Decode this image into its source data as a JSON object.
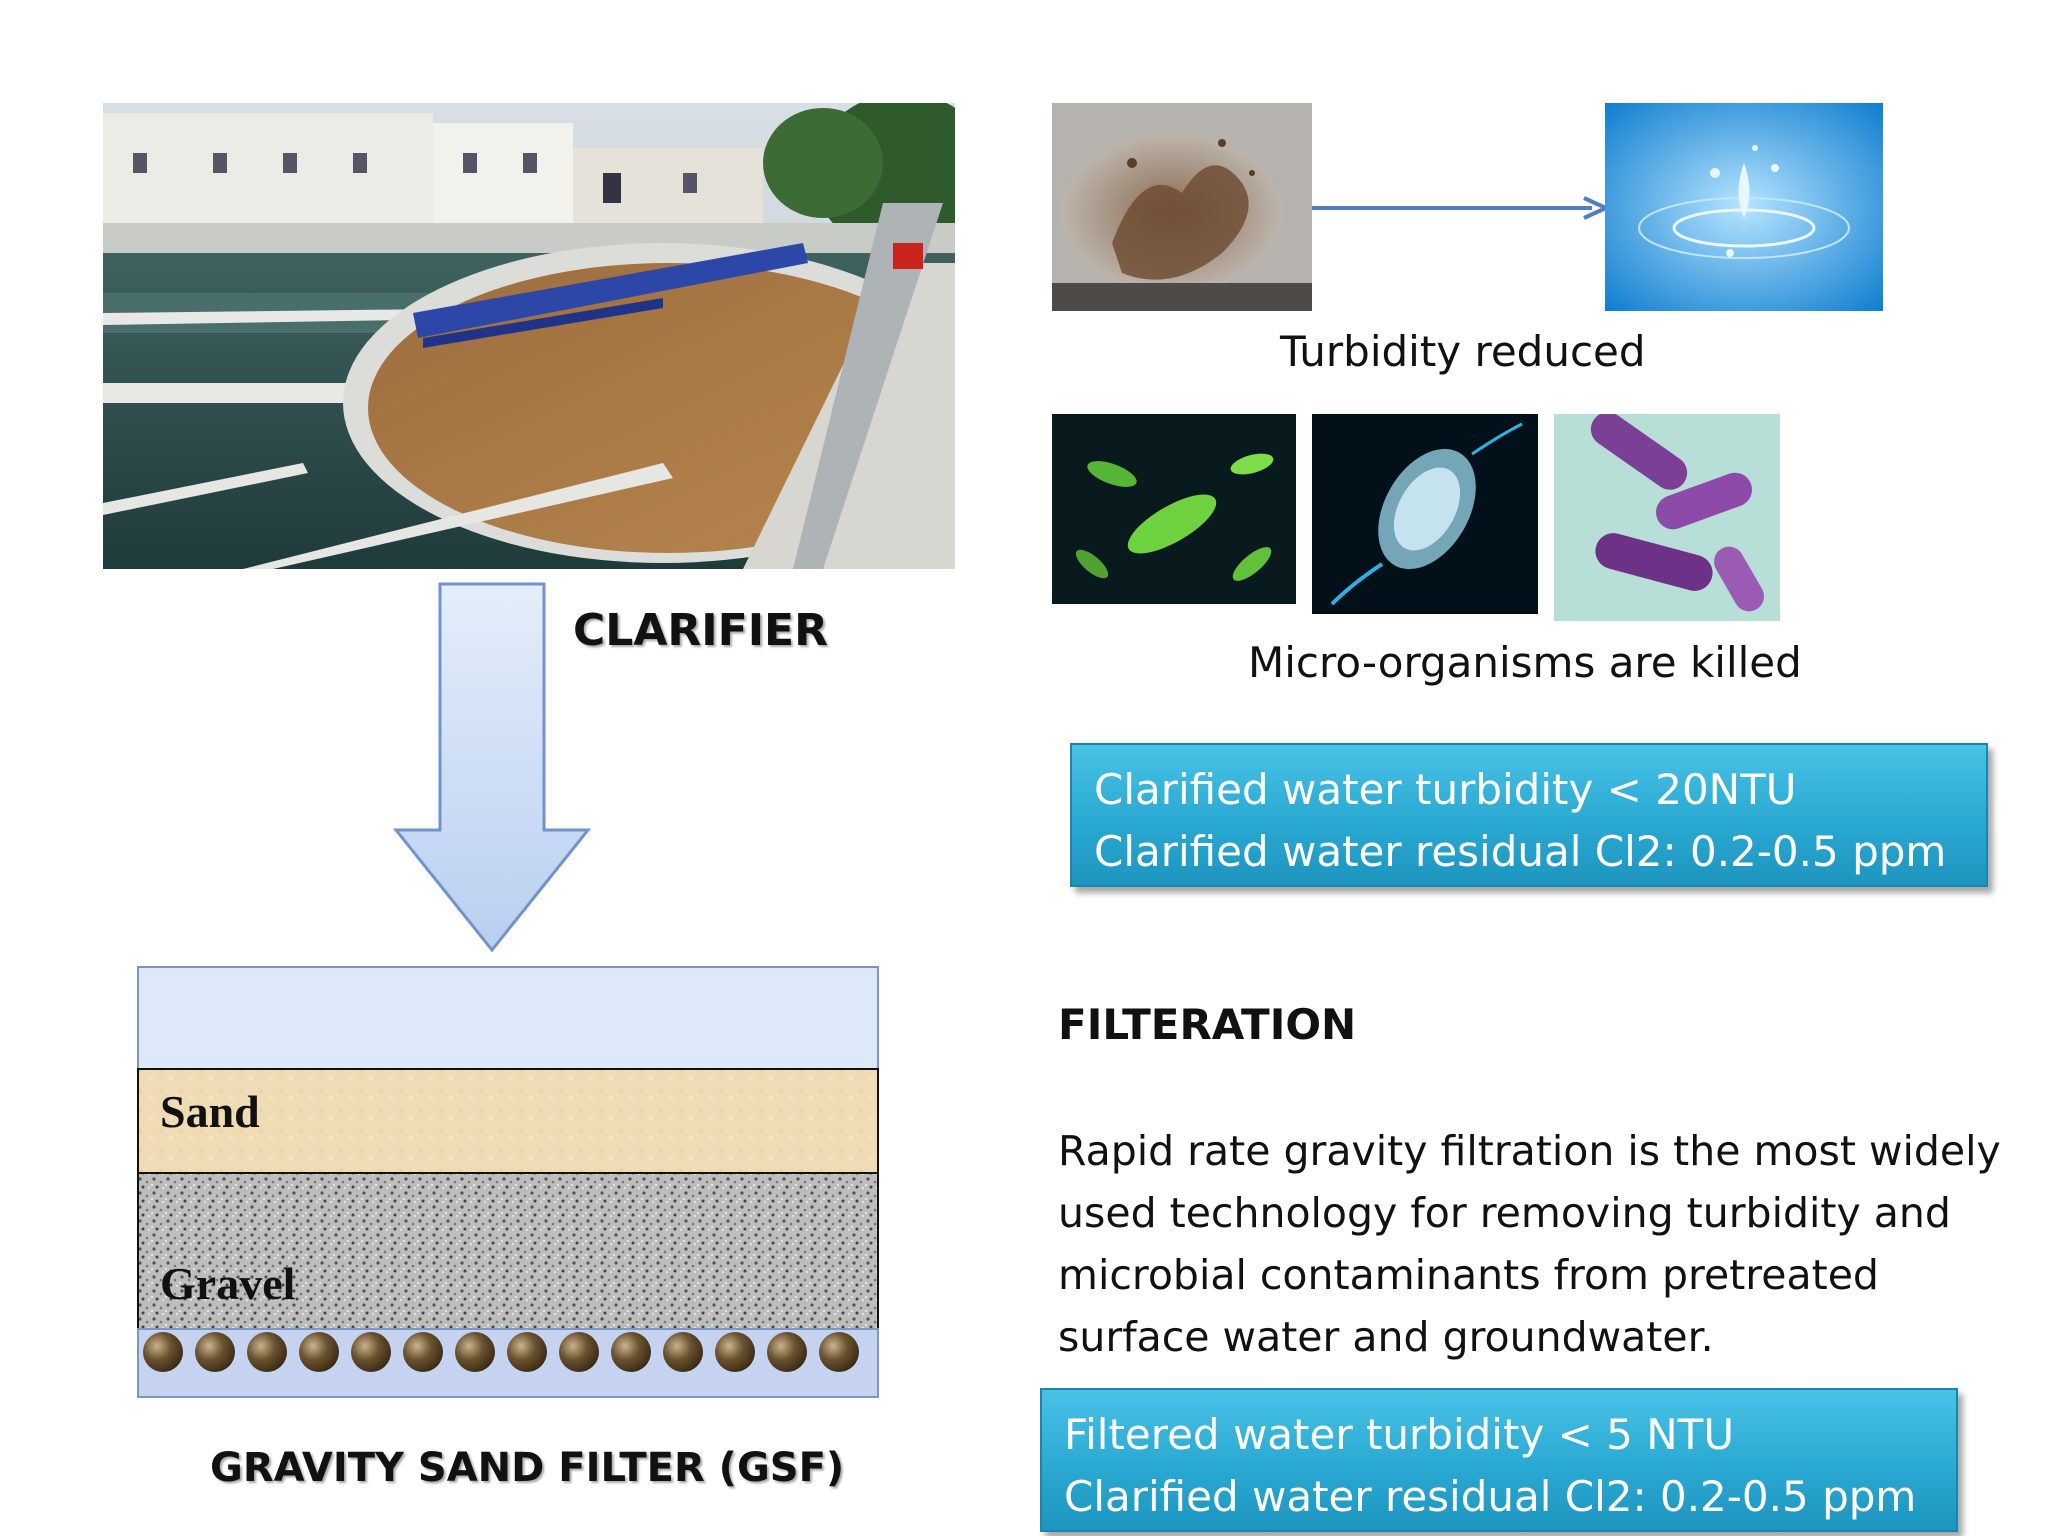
{
  "clarifier": {
    "label": "CLARIFIER"
  },
  "gsf": {
    "label": "GRAVITY SAND FILTER (GSF)",
    "sand_label": "Sand",
    "gravel_label": "Gravel"
  },
  "turbidity": {
    "caption": "Turbidity reduced"
  },
  "microorganisms": {
    "caption": "Micro-organisms  are killed"
  },
  "clarified_box": {
    "line1": "Clarified water turbidity < 20NTU",
    "line2": "Clarified water residual Cl2: 0.2-0.5 ppm"
  },
  "filtration": {
    "heading": "FILTERATION",
    "body": "Rapid rate gravity filtration is the most widely used technology for removing turbidity and microbial contaminants from pretreated surface water and groundwater."
  },
  "filtered_box": {
    "line1": "Filtered water turbidity < 5 NTU",
    "line2": "Clarified water residual Cl2: 0.2-0.5 ppm"
  },
  "colors": {
    "info_box": "#2aa9d2",
    "arrow_fill": "#c5d9f5",
    "water_layer": "#dde8f8",
    "sand_layer": "#f0dcb4"
  }
}
